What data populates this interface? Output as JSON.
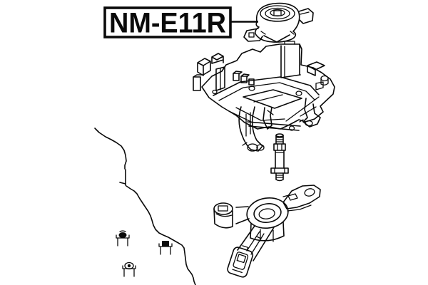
{
  "callout": {
    "part_code": "NM-E11R"
  },
  "colors": {
    "background": "#ffffff",
    "line": "#0a0a0a"
  },
  "drawing": {
    "parts": [
      "engine-mount",
      "transmission-case-assembly",
      "mounting-stud-bolt",
      "engine-mount-bracket",
      "vehicle-body-contour",
      "body-mounting-studs"
    ]
  }
}
